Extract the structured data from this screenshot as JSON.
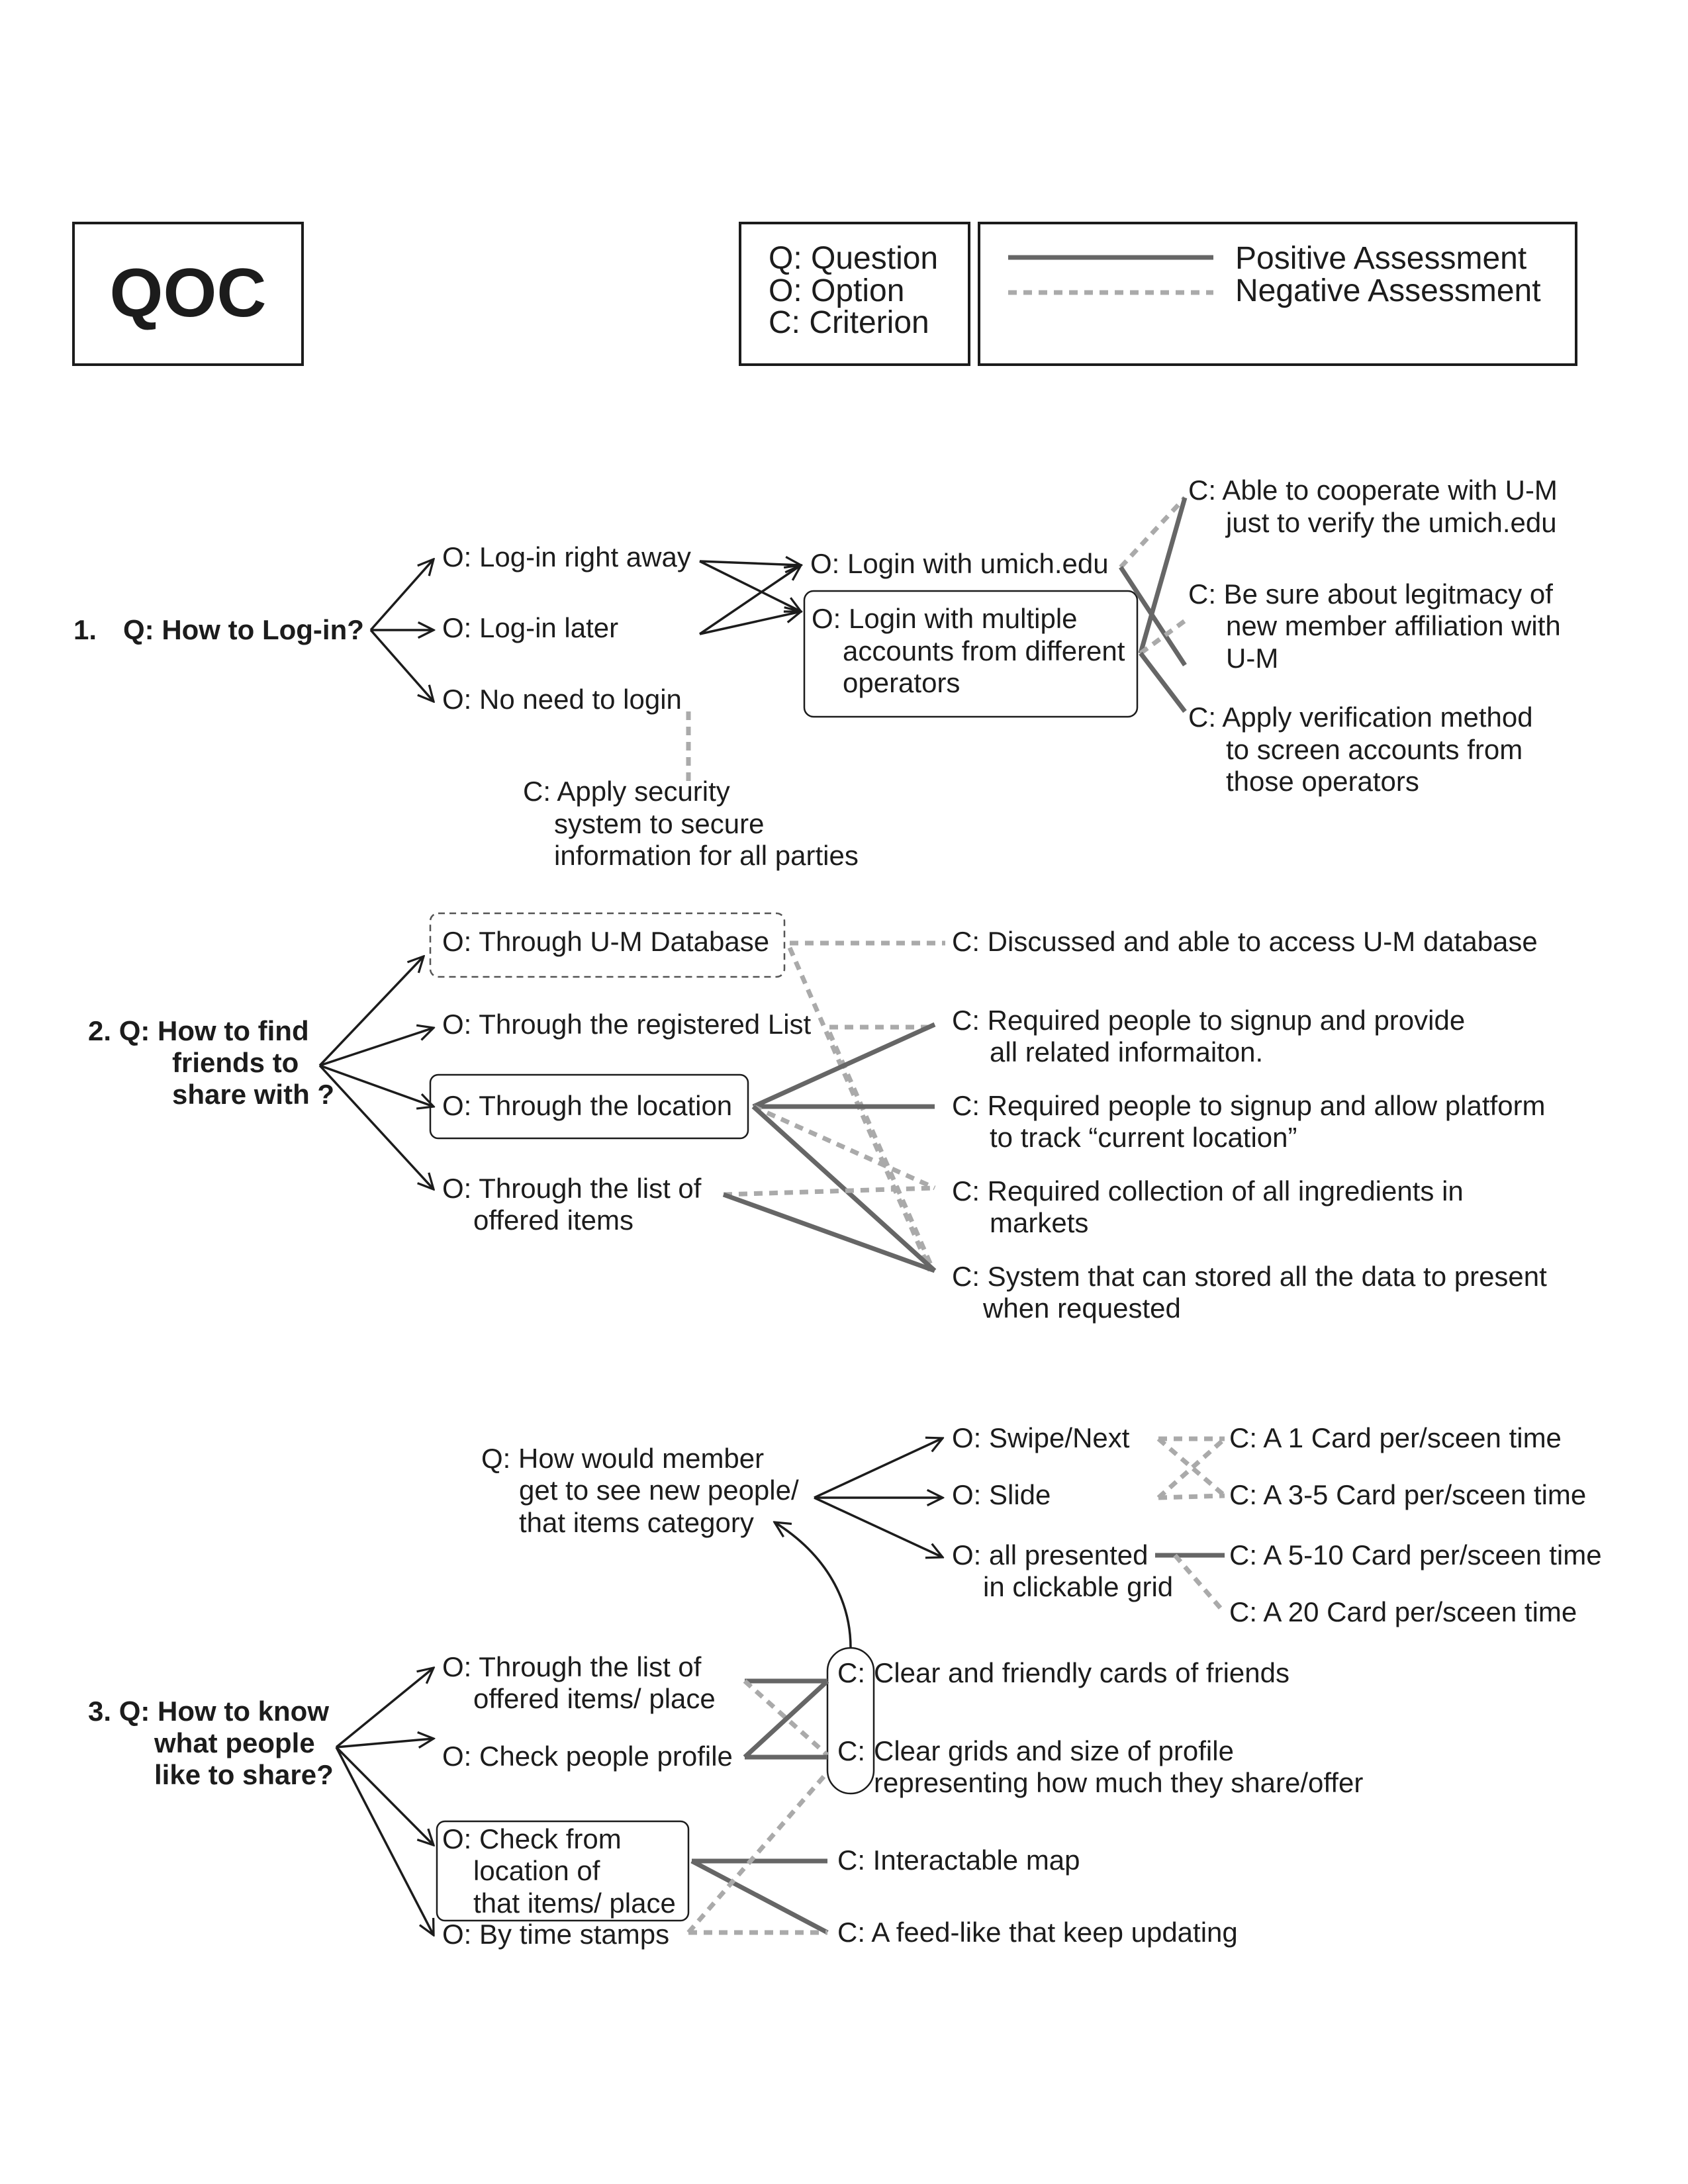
{
  "title": "QOC",
  "legend": {
    "notation": [
      "Q: Question",
      "O: Option",
      "C: Criterion"
    ],
    "positive": "Positive Assessment",
    "negative": "Negative Assessment"
  },
  "sections": [
    {
      "number": "1.",
      "question": [
        "Q: How to Log-in?"
      ],
      "options": [
        [
          "O: Log-in right away"
        ],
        [
          "O: Log-in later"
        ],
        [
          "O: No need to login"
        ]
      ],
      "criterion_security": [
        "C:  Apply security",
        "system to secure",
        "information for all parties"
      ],
      "sub_options": [
        [
          "O: Login with umich.edu"
        ],
        [
          "O: Login with multiple",
          "accounts from different",
          "operators"
        ]
      ],
      "criteria": [
        [
          "C:  Able to cooperate with U-M",
          "just to verify the umich.edu"
        ],
        [
          "C:  Be sure about legitmacy of",
          "new member affiliation with",
          "U-M"
        ],
        [
          "C:  Apply verification method",
          "to screen accounts from",
          "those operators"
        ]
      ]
    },
    {
      "question": [
        "2. Q: How to find",
        "friends to",
        "share with ?"
      ],
      "options": [
        [
          "O: Through U-M Database"
        ],
        [
          "O: Through the registered List"
        ],
        [
          "O: Through the location"
        ],
        [
          "O: Through the list of",
          "offered items"
        ]
      ],
      "criteria": [
        [
          "C:  Discussed and able to  access U-M database"
        ],
        [
          "C:  Required people to signup and provide",
          "all related informaiton."
        ],
        [
          "C:  Required people to signup and allow platform",
          "to track “current location”"
        ],
        [
          "C:  Required collection of all ingredients in",
          "markets"
        ],
        [
          "C:  System that can stored all the data to present",
          "when requested"
        ]
      ]
    },
    {
      "question": [
        "3. Q: How to know",
        "what people",
        "like to share?"
      ],
      "sub_question": [
        "Q: How would member",
        "get to see new people/",
        "that items category"
      ],
      "sub_options": [
        [
          "O: Swipe/Next"
        ],
        [
          "O: Slide"
        ],
        [
          "O: all presented",
          "in clickable grid"
        ]
      ],
      "sub_criteria": [
        [
          "C: A 1 Card per/sceen time"
        ],
        [
          "C: A 3-5 Card per/sceen time"
        ],
        [
          "C: A 5-10 Card per/sceen time"
        ],
        [
          "C: A 20 Card per/sceen time"
        ]
      ],
      "options": [
        [
          "O: Through the list of",
          "offered items/ place"
        ],
        [
          "O: Check people profile"
        ],
        [
          "O: Check from",
          "location of",
          "that items/ place"
        ],
        [
          "O: By time stamps"
        ]
      ],
      "criteria": [
        [
          "C:",
          "Clear and friendly cards of friends"
        ],
        [
          "C:",
          "Clear grids and size of profile",
          "representing how much they share/offer"
        ],
        [
          "C:  Interactable map"
        ],
        [
          "C:  A feed-like that keep updating"
        ]
      ]
    }
  ]
}
